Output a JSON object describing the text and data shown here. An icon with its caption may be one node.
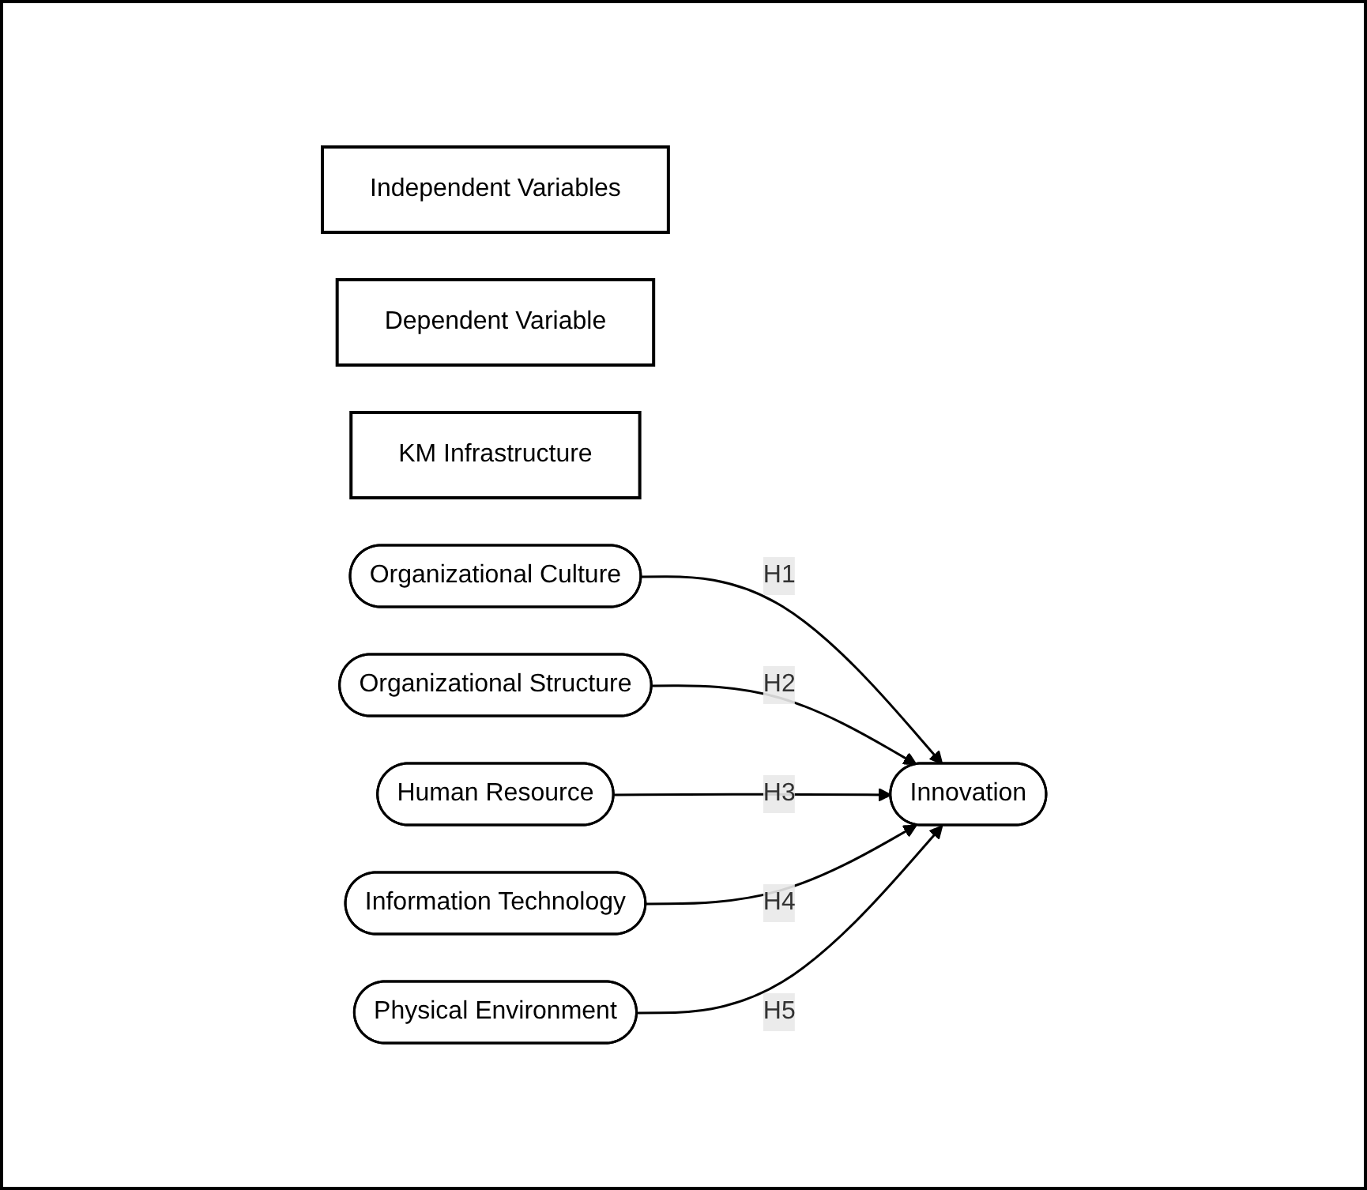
{
  "diagram": {
    "nodes": [
      {
        "text": [
          "Independent Variables"
        ]
      },
      {
        "text": [
          "Dependent Variable"
        ]
      },
      {
        "text": [
          "KM Infrastructure"
        ]
      },
      {
        "text": [
          "Organizational Culture"
        ]
      },
      {
        "text": [
          "Organizational Structure"
        ]
      },
      {
        "text": [
          "Human Resource"
        ]
      },
      {
        "text": [
          "Information Technology"
        ]
      },
      {
        "text": [
          "Physical Environment"
        ]
      },
      {
        "text": [
          "Innovation"
        ]
      }
    ],
    "edges": [
      {
        "from": 3,
        "to": 8,
        "arrow": "to",
        "label": "H1"
      },
      {
        "from": 4,
        "to": 8,
        "arrow": "to",
        "label": "H2"
      },
      {
        "from": 5,
        "to": 8,
        "arrow": "to",
        "label": "H3"
      },
      {
        "from": 6,
        "to": 8,
        "arrow": "to",
        "label": "H4"
      },
      {
        "from": 7,
        "to": 8,
        "arrow": "to",
        "label": "H5"
      }
    ]
  }
}
